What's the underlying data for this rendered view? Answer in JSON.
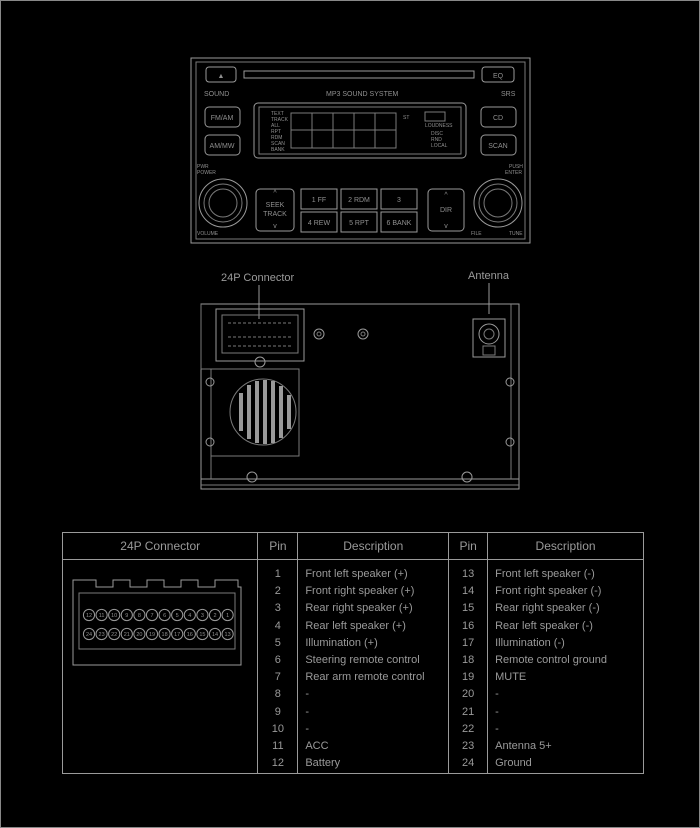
{
  "head_unit": {
    "eject_symbol": "▲",
    "eq_button": "EQ",
    "brand_small": "SOUND",
    "title": "MP3 SOUND SYSTEM",
    "badge": "SRS",
    "left_buttons": [
      "FM/AM",
      "AM/MW"
    ],
    "right_buttons": [
      "CD",
      "SCAN"
    ],
    "display_left_lines": [
      "TEXT",
      "TRACK",
      "ALL",
      "RPT",
      "RDM",
      "SCAN",
      "BANK"
    ],
    "display_right_lines": [
      "ST",
      "LOUDNESS",
      "DISC",
      "RND",
      "LOCAL"
    ],
    "knob_left_top": [
      "PWR",
      "POWER"
    ],
    "knob_left_bottom": "VOLUME",
    "knob_right_top": [
      "PUSH",
      "ENTER"
    ],
    "knob_right_bottom": [
      "FILE",
      "TUNE"
    ],
    "seek_button": [
      "SEEK",
      "TRACK"
    ],
    "presets_top": [
      "1 FF",
      "2 RDM",
      "3"
    ],
    "presets_bottom": [
      "4 REW",
      "5 RPT",
      "6 BANK"
    ],
    "dir_button": "DIR"
  },
  "rear_view": {
    "connector_label": "24P Connector",
    "antenna_label": "Antenna"
  },
  "table": {
    "headers": [
      "24P Connector",
      "Pin",
      "Description",
      "Pin",
      "Description"
    ],
    "connector_top_row": [
      "12",
      "11",
      "10",
      "9",
      "8",
      "7",
      "6",
      "5",
      "4",
      "3",
      "2",
      "1"
    ],
    "connector_bottom_row": [
      "24",
      "23",
      "22",
      "21",
      "20",
      "19",
      "18",
      "17",
      "16",
      "15",
      "14",
      "13"
    ],
    "pins_left": [
      "1",
      "2",
      "3",
      "4",
      "5",
      "6",
      "7",
      "8",
      "9",
      "10",
      "11",
      "12"
    ],
    "desc_left": [
      "Front left speaker (+)",
      "Front right speaker (+)",
      "Rear right speaker (+)",
      "Rear left speaker (+)",
      "Illumination (+)",
      "Steering remote control",
      "Rear arm remote control",
      "-",
      "-",
      "-",
      "ACC",
      "Battery"
    ],
    "pins_right": [
      "13",
      "14",
      "15",
      "16",
      "17",
      "18",
      "19",
      "20",
      "21",
      "22",
      "23",
      "24"
    ],
    "desc_right": [
      "Front left speaker (-)",
      "Front right speaker (-)",
      "Rear right speaker (-)",
      "Rear left speaker (-)",
      "Illumination (-)",
      "Remote control ground",
      "MUTE",
      "-",
      "-",
      "-",
      "Antenna 5+",
      "Ground"
    ]
  }
}
